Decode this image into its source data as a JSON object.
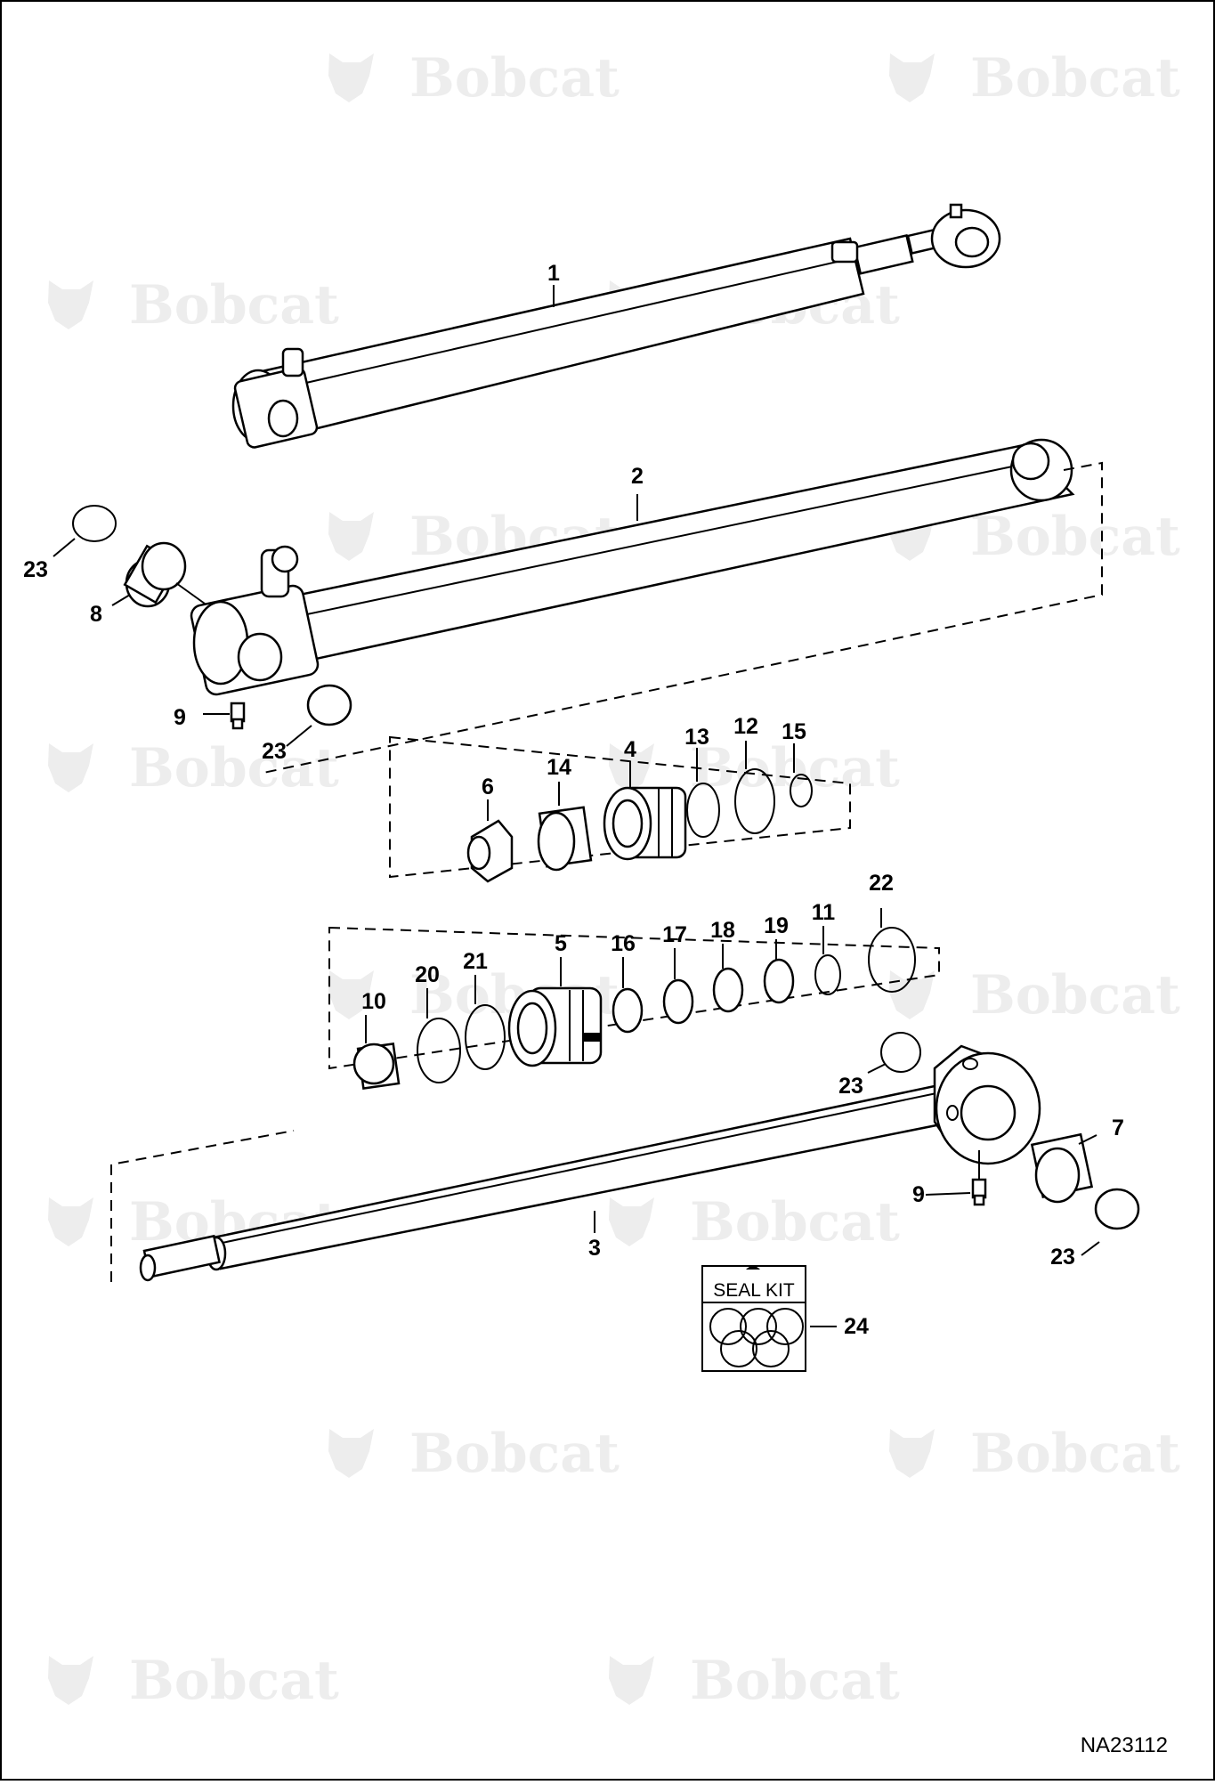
{
  "watermark": {
    "text": "Bobcat",
    "icon": "bobcat-logo-icon",
    "color": "#ededed"
  },
  "callouts": {
    "c1": "1",
    "c2": "2",
    "c3": "3",
    "c4": "4",
    "c5": "5",
    "c6": "6",
    "c7": "7",
    "c8": "8",
    "c9a": "9",
    "c9b": "9",
    "c10": "10",
    "c11": "11",
    "c12": "12",
    "c13": "13",
    "c14": "14",
    "c15": "15",
    "c16": "16",
    "c17": "17",
    "c18": "18",
    "c19": "19",
    "c20": "20",
    "c21": "21",
    "c22": "22",
    "c23a": "23",
    "c23b": "23",
    "c23c": "23",
    "c23d": "23",
    "c24": "24"
  },
  "seal_kit": {
    "label": "SEAL KIT"
  },
  "reference_id": "NA23112"
}
